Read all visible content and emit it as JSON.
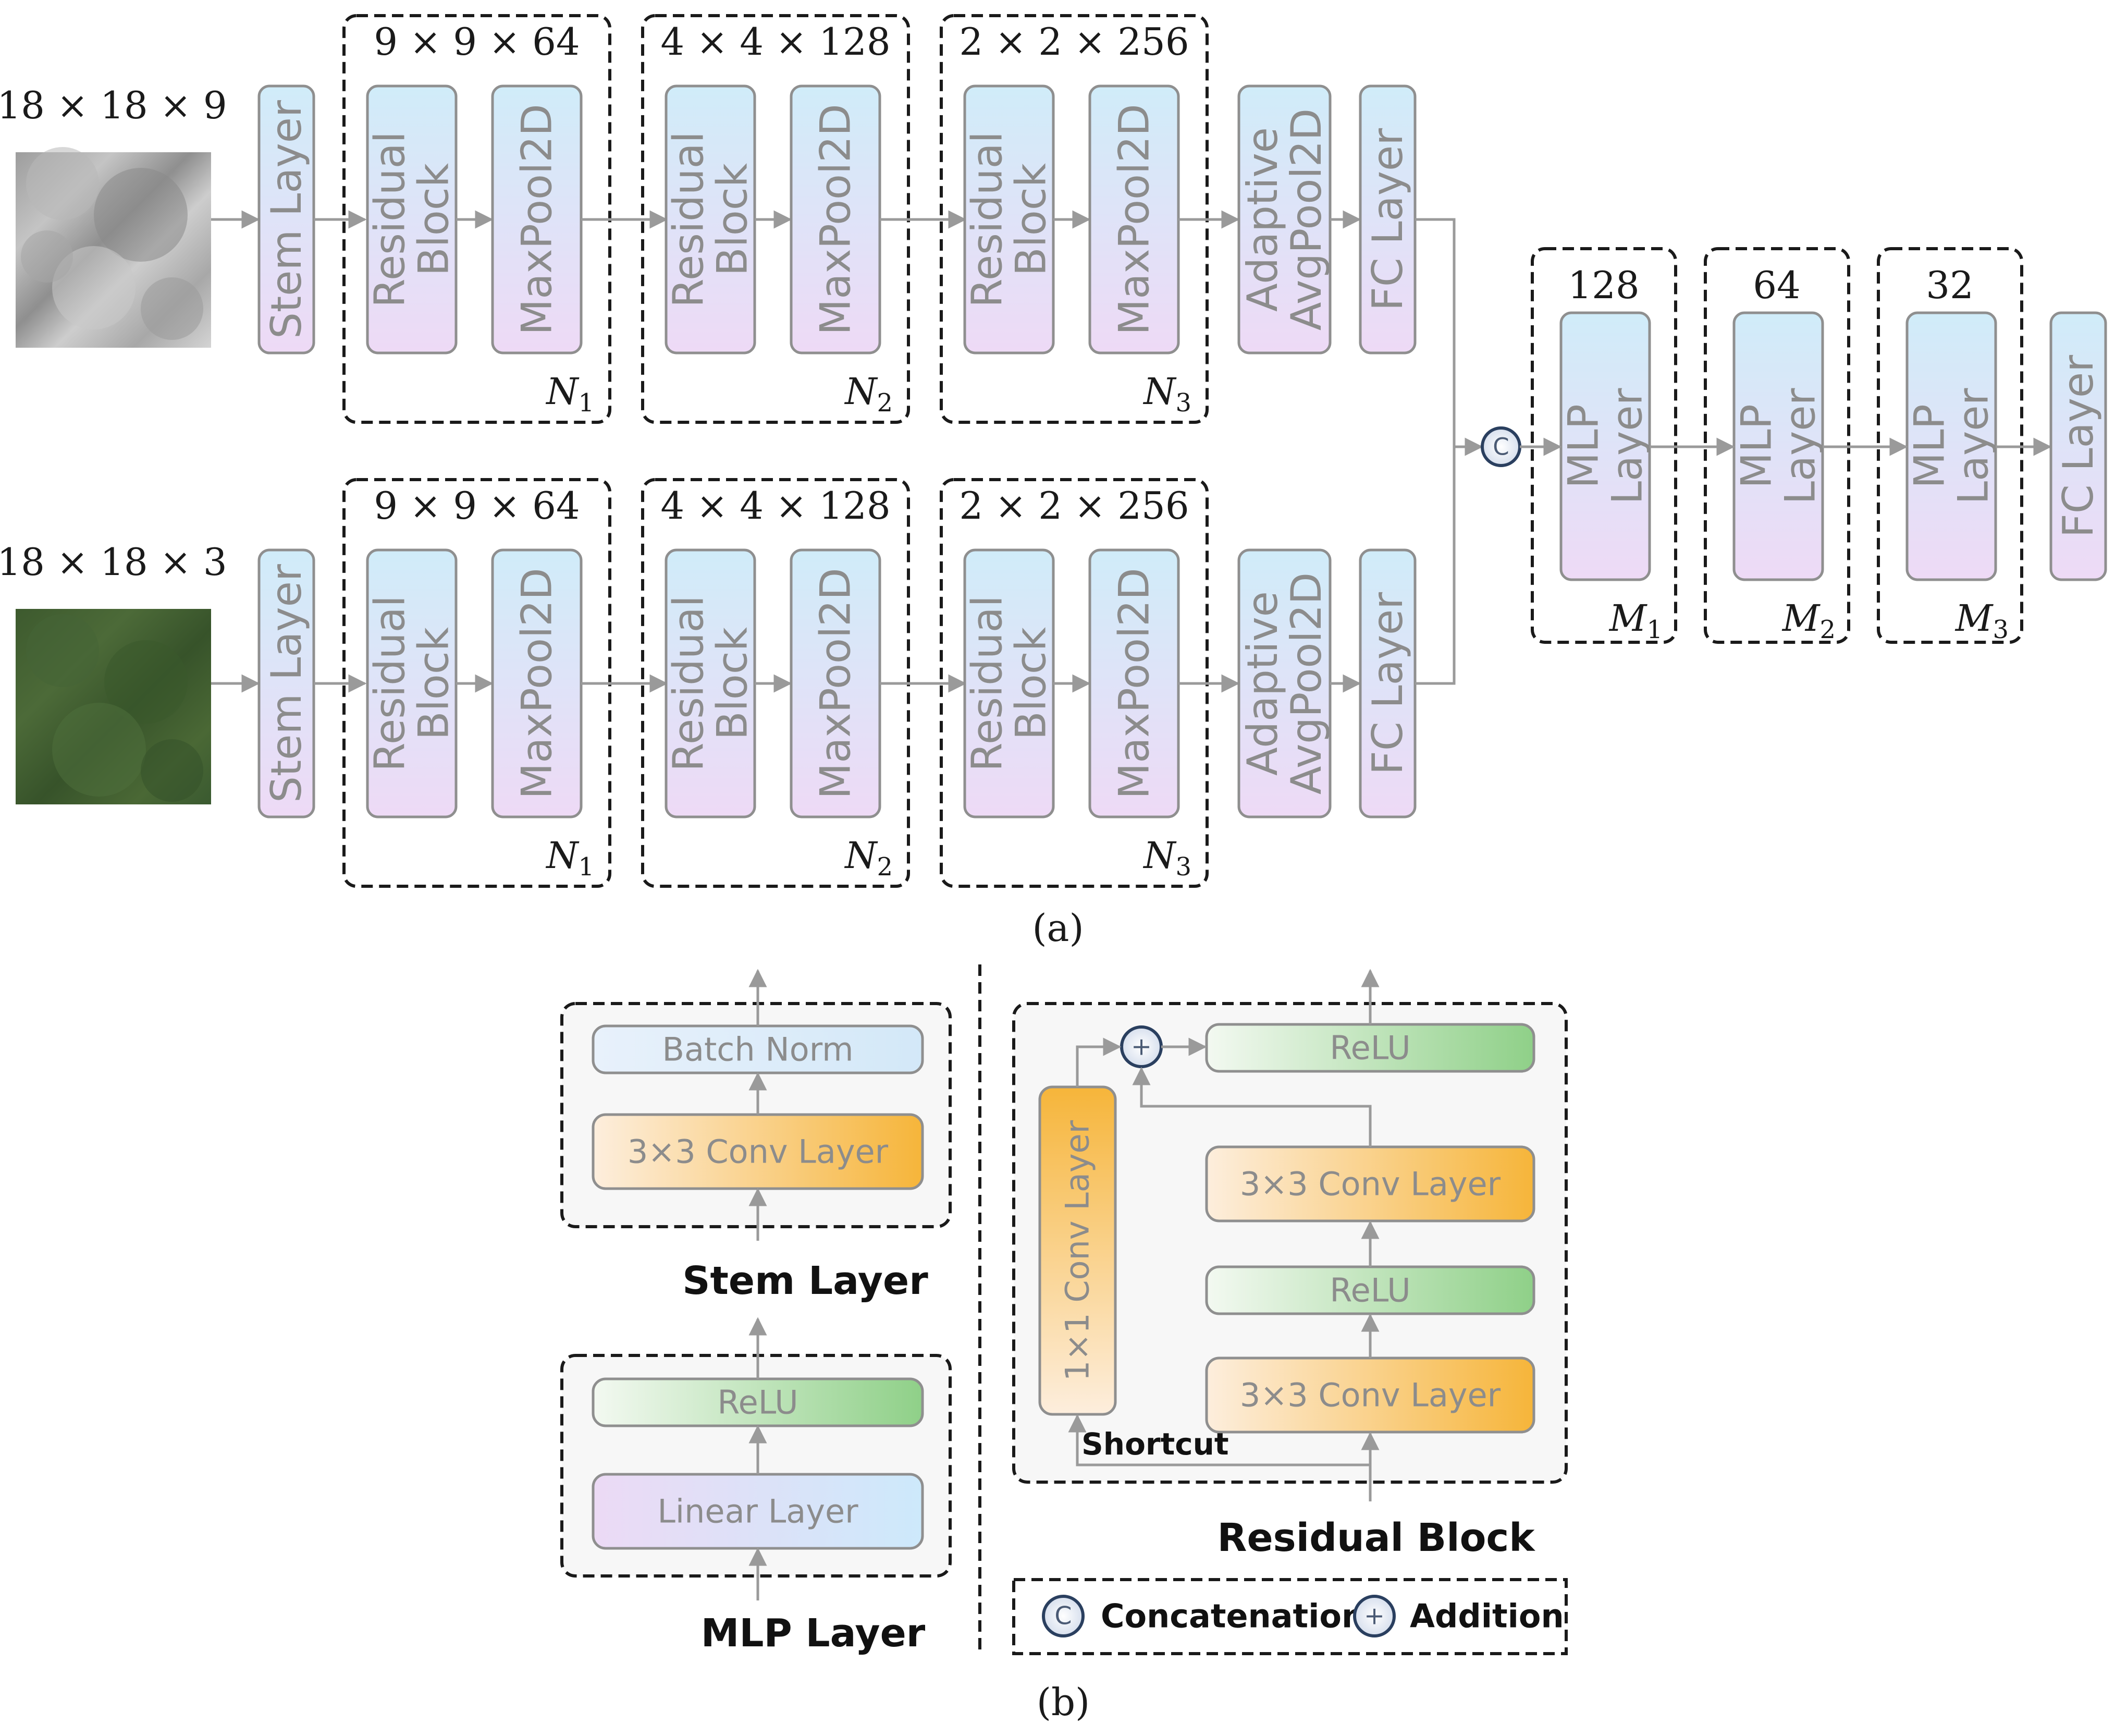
{
  "figure": {
    "panel_a_label": "(a)",
    "panel_b_label": "(b)"
  },
  "top_branch": {
    "input_size": "18 × 18 × 9",
    "stem": "Stem Layer",
    "stages": [
      {
        "dims": "9 × 9 × 64",
        "block": "Residual Block",
        "pool": "MaxPool2D",
        "repeat": "N1"
      },
      {
        "dims": "4 × 4 × 128",
        "block": "Residual Block",
        "pool": "MaxPool2D",
        "repeat": "N2"
      },
      {
        "dims": "2 × 2 × 256",
        "block": "Residual Block",
        "pool": "MaxPool2D",
        "repeat": "N3"
      }
    ],
    "adaptive_pool": "Adaptive AvgPool2D",
    "fc": "FC Layer"
  },
  "bottom_branch": {
    "input_size": "18 × 18 × 3",
    "stem": "Stem Layer",
    "stages": [
      {
        "dims": "9 × 9 × 64",
        "block": "Residual Block",
        "pool": "MaxPool2D",
        "repeat": "N1"
      },
      {
        "dims": "4 × 4 × 128",
        "block": "Residual Block",
        "pool": "MaxPool2D",
        "repeat": "N2"
      },
      {
        "dims": "2 × 2 × 256",
        "block": "Residual Block",
        "pool": "MaxPool2D",
        "repeat": "N3"
      }
    ],
    "adaptive_pool": "Adaptive AvgPool2D",
    "fc": "FC Layer"
  },
  "head": {
    "concat_symbol": "C",
    "mlp_stages": [
      {
        "dims": "128",
        "label": "MLP Layer",
        "repeat": "M1"
      },
      {
        "dims": "64",
        "label": "MLP Layer",
        "repeat": "M2"
      },
      {
        "dims": "32",
        "label": "MLP Layer",
        "repeat": "M3"
      }
    ],
    "final_fc": "FC Layer"
  },
  "stem_detail": {
    "title": "Stem Layer",
    "top": "Batch Norm",
    "bottom": "3×3 Conv Layer"
  },
  "mlp_detail": {
    "title": "MLP Layer",
    "top": "ReLU",
    "bottom": "Linear Layer"
  },
  "residual_detail": {
    "title": "Residual Block",
    "relu_out": "ReLU",
    "conv_top": "3×3 Conv Layer",
    "relu_mid": "ReLU",
    "conv_bottom": "3×3 Conv Layer",
    "shortcut_conv": "1×1 Conv Layer",
    "shortcut_label": "Shortcut",
    "add_symbol": "+"
  },
  "legend": {
    "concat_symbol": "C",
    "concat_label": "Concatenation",
    "add_symbol": "+",
    "add_label": "Addition"
  },
  "colors": {
    "box_gradient_top": "#d2ecf8",
    "box_gradient_bottom": "#ecdaf5",
    "relu_green": "#8ccf86",
    "conv_orange": "#f5b942",
    "box_border": "#8f8f8f",
    "arrow": "#9a9a9a",
    "circle_stroke": "#2a3f5f"
  }
}
